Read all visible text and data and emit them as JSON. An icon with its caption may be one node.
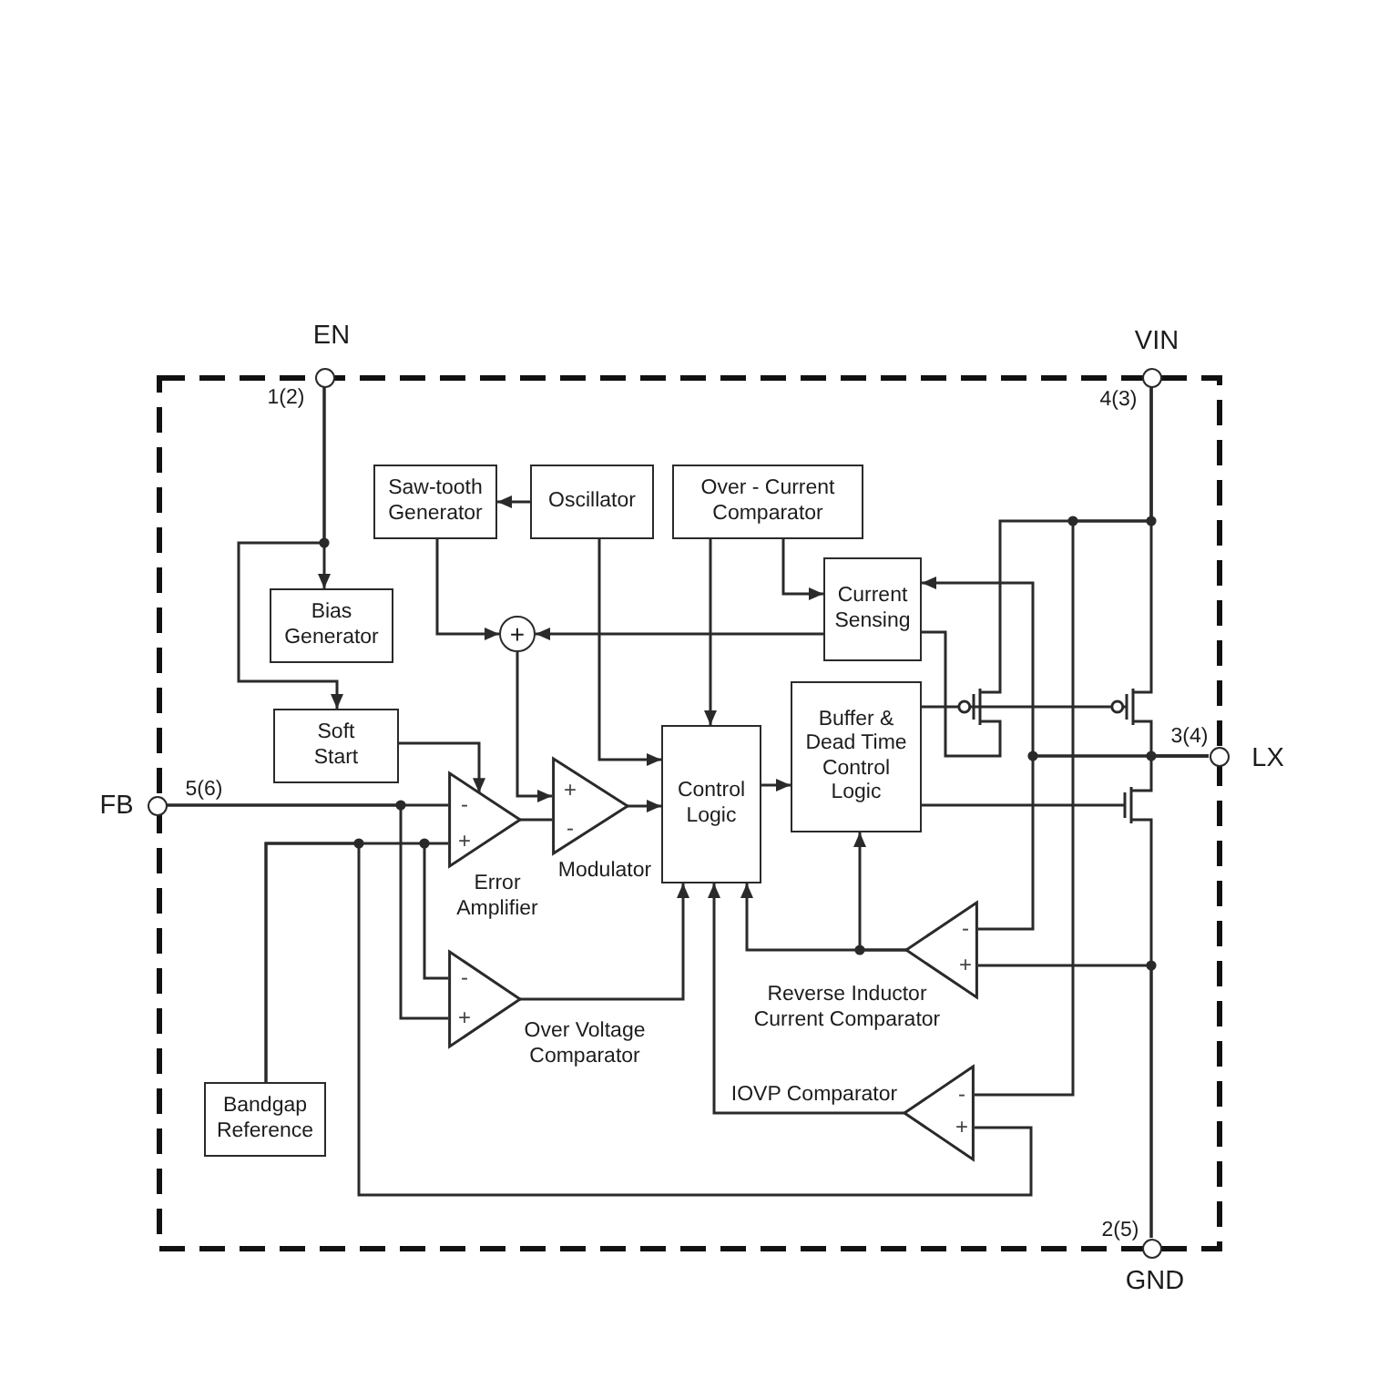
{
  "diagram": {
    "nodes": [
      {
        "text": [],
        "shape": "box"
      },
      {
        "text": [
          "EN"
        ],
        "beside": [
          "1(2)"
        ]
      },
      {
        "text": [
          "VIN"
        ],
        "beside": [
          "4(3)"
        ]
      },
      {
        "text": [
          "Saw-tooth Generator"
        ],
        "in": 0
      },
      {
        "text": [
          "Oscillator"
        ],
        "in": 0
      },
      {
        "text": [
          "Over - Current Comparator"
        ],
        "in": 0
      },
      {
        "text": [
          "Bias Generator"
        ],
        "in": 0
      },
      {
        "text": [
          "Current Sensing"
        ],
        "in": 0
      },
      {
        "text": [
          "+"
        ],
        "in": 0
      },
      {
        "text": [
          "Soft Start"
        ],
        "in": 0
      },
      {
        "text": [
          "Buffer & Dead Time Control Logic"
        ],
        "in": 0
      },
      {
        "text": [
          "LX"
        ],
        "beside": [
          "3(4)"
        ]
      },
      {
        "text": [
          "FB"
        ],
        "beside": [
          "5(6)"
        ]
      },
      {
        "text": [
          "-",
          "+"
        ],
        "beside": [
          "Error Amplifier"
        ],
        "in": 0
      },
      {
        "text": [
          "+",
          "-"
        ],
        "beside": [
          "Modulator"
        ],
        "in": 0
      },
      {
        "text": [
          "Control Logic"
        ],
        "in": 0
      },
      {
        "text": [
          "-",
          "+"
        ],
        "beside": [
          "Over Voltage Comparator"
        ],
        "in": 0
      },
      {
        "text": [
          "-",
          "+"
        ],
        "beside": [
          "Reverse Inductor Current Comparator"
        ],
        "in": 0
      },
      {
        "text": [
          "Bandgap Reference"
        ],
        "in": 0
      },
      {
        "text": [
          "-",
          "+"
        ],
        "beside": [
          "IOVP Comparator"
        ],
        "in": 0
      },
      {
        "text": [
          "GND"
        ],
        "beside": [
          "2(5)"
        ]
      },
      {
        "text": [],
        "shape": "transistor",
        "in": 0
      },
      {
        "text": [],
        "shape": "transistor",
        "in": 0
      },
      {
        "text": [],
        "shape": "transistor",
        "in": 0
      }
    ],
    "edges": [
      {
        "from": 1,
        "to": 6,
        "arrow": "to"
      },
      {
        "from": 1,
        "to": 9,
        "arrow": "to"
      },
      {
        "from": 4,
        "to": 3,
        "arrow": "to"
      },
      {
        "from": 3,
        "to": 8,
        "arrow": "to"
      },
      {
        "from": 7,
        "to": 8,
        "arrow": "to"
      },
      {
        "from": 5,
        "to": 7,
        "arrow": "to"
      },
      {
        "from": 5,
        "to": 15,
        "arrow": "to"
      },
      {
        "from": 4,
        "to": 15,
        "arrow": "to"
      },
      {
        "from": 8,
        "to": 14,
        "arrow": "to"
      },
      {
        "from": 9,
        "to": 13,
        "arrow": "to"
      },
      {
        "from": 12,
        "to": 13,
        "arrow": "none"
      },
      {
        "from": 12,
        "to": 16,
        "arrow": "none"
      },
      {
        "from": 13,
        "to": 14,
        "arrow": "none"
      },
      {
        "from": 14,
        "to": 15,
        "arrow": "to"
      },
      {
        "from": 15,
        "to": 10,
        "arrow": "to"
      },
      {
        "from": 16,
        "to": 15,
        "arrow": "to"
      },
      {
        "from": 19,
        "to": 15,
        "arrow": "to"
      },
      {
        "from": 17,
        "to": 15,
        "arrow": "to"
      },
      {
        "from": 17,
        "to": 10,
        "arrow": "to"
      },
      {
        "from": 18,
        "to": 13,
        "arrow": "none"
      },
      {
        "from": 18,
        "to": 16,
        "arrow": "none"
      },
      {
        "from": 18,
        "to": 19,
        "arrow": "none"
      },
      {
        "from": 10,
        "to": 21,
        "arrow": "none"
      },
      {
        "from": 21,
        "to": 22,
        "arrow": "none"
      },
      {
        "from": 10,
        "to": 23,
        "arrow": "none"
      },
      {
        "from": 2,
        "to": 21,
        "arrow": "none"
      },
      {
        "from": 2,
        "to": 22,
        "arrow": "none"
      },
      {
        "from": 2,
        "to": 19,
        "arrow": "none"
      },
      {
        "from": 21,
        "to": 7,
        "arrow": "none"
      },
      {
        "from": 22,
        "to": 11,
        "arrow": "none"
      },
      {
        "from": 11,
        "to": 23,
        "arrow": "none"
      },
      {
        "from": 23,
        "to": 20,
        "arrow": "none"
      },
      {
        "from": 11,
        "to": 7,
        "arrow": "to"
      },
      {
        "from": 11,
        "to": 17,
        "arrow": "none"
      },
      {
        "from": 20,
        "to": 17,
        "arrow": "none"
      }
    ]
  }
}
